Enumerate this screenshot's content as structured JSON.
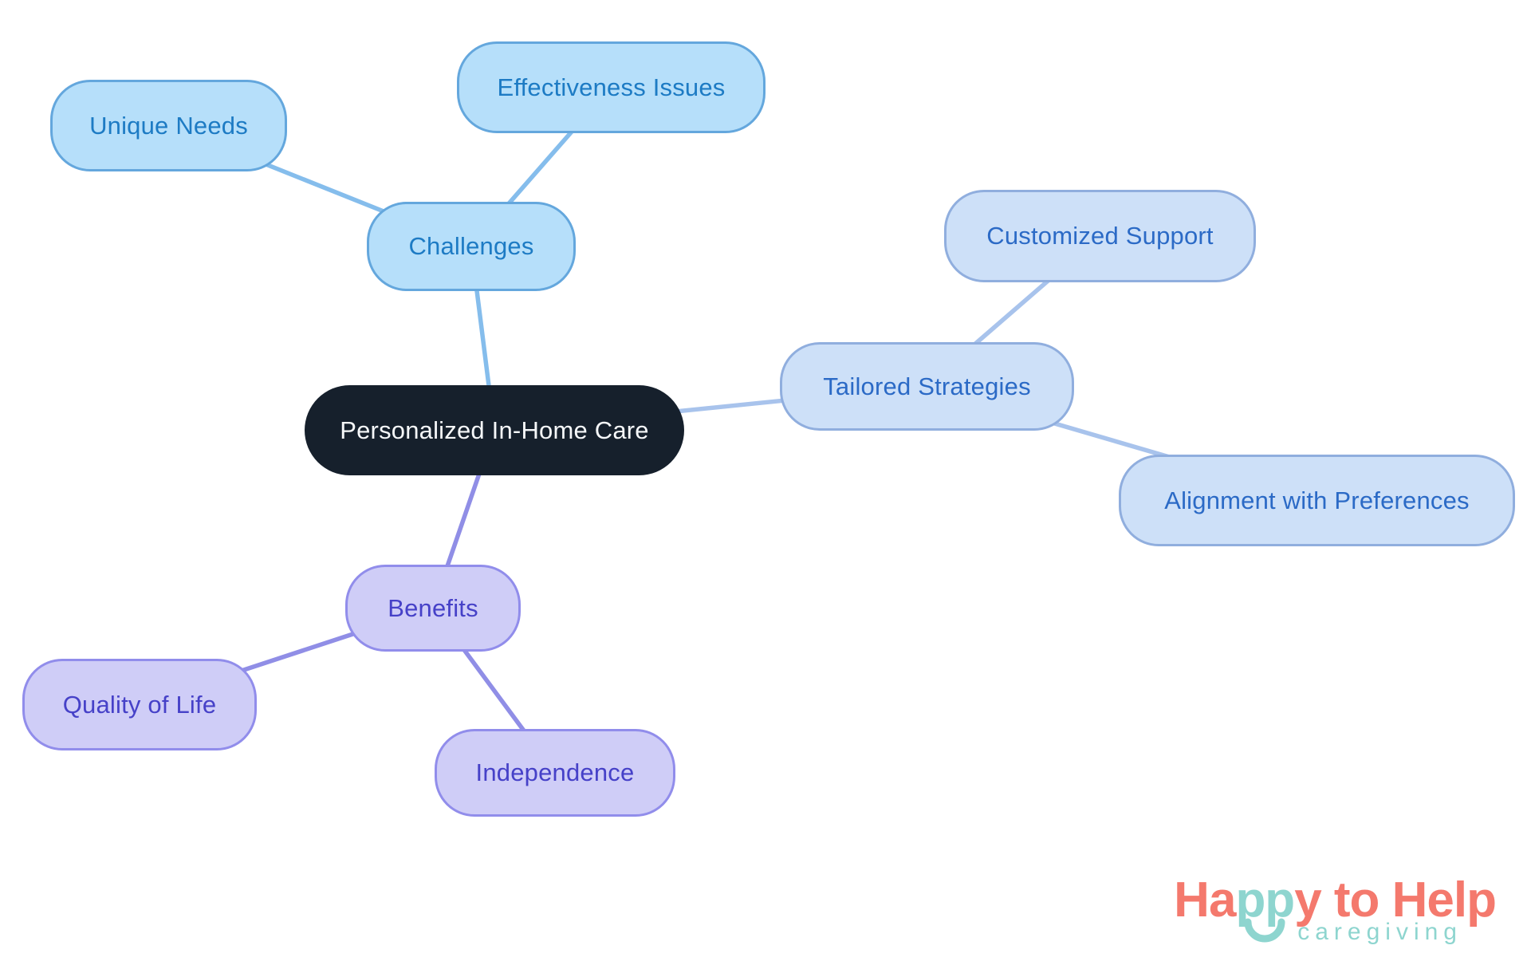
{
  "mindmap": {
    "central": {
      "label": "Personalized In-Home Care"
    },
    "branches": [
      {
        "label": "Challenges",
        "children": [
          {
            "label": "Unique Needs"
          },
          {
            "label": "Effectiveness Issues"
          }
        ]
      },
      {
        "label": "Tailored Strategies",
        "children": [
          {
            "label": "Customized Support"
          },
          {
            "label": "Alignment with Preferences"
          }
        ]
      },
      {
        "label": "Benefits",
        "children": [
          {
            "label": "Quality of Life"
          },
          {
            "label": "Independence"
          }
        ]
      }
    ]
  },
  "colors": {
    "background": "#ffffff",
    "central_fill": "#16202c",
    "central_text": "#f5f7f9",
    "blue_fill": "#b6dffa",
    "blue_border": "#64a7dd",
    "blue_text": "#1d7bc4",
    "blue_edge": "#85bdec",
    "periwinkle_fill": "#cde0f8",
    "periwinkle_border": "#90aede",
    "periwinkle_text": "#2b6ac6",
    "periwinkle_edge": "#a8c3ec",
    "purple_fill": "#cfcdf7",
    "purple_border": "#918deb",
    "purple_text": "#4641c8",
    "purple_edge": "#908ee6",
    "logo_coral": "#f4796d",
    "logo_teal": "#8ed5cf"
  },
  "logo": {
    "word_part1": "Ha",
    "word_part2": "pp",
    "word_part3": "y to Help",
    "subtitle": "caregiving"
  }
}
